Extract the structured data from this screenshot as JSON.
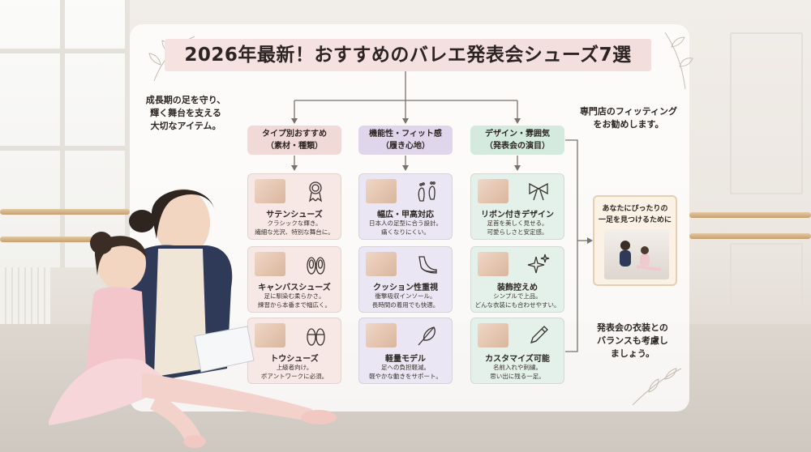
{
  "title": "2026年最新！おすすめのバレエ発表会シューズ7選",
  "left_note": [
    "成長期の足を守り、",
    "輝く舞台を支える",
    "大切なアイテム。"
  ],
  "right_note_top": [
    "専門店のフィッティング",
    "をお勧めします。"
  ],
  "right_note_bottom": [
    "発表会の衣装との",
    "バランスも考慮し",
    "ましょう。"
  ],
  "fit_box": [
    "あなたにぴったりの",
    "一足を見つけるために"
  ],
  "columns": [
    {
      "head": [
        "タイプ別おすすめ",
        "（素材・種類）"
      ],
      "items": [
        {
          "name": "サテンシューズ",
          "desc": [
            "クラシックな輝き。",
            "繊細な光沢、特別な舞台に。"
          ],
          "icon": "medal-icon"
        },
        {
          "name": "キャンバスシューズ",
          "desc": [
            "足に馴染む柔らかさ。",
            "練習から本番まで幅広く。"
          ],
          "icon": "ballet-shoes-icon"
        },
        {
          "name": "トウシューズ",
          "desc": [
            "上級者向け。",
            "ポアントワークに必須。"
          ],
          "icon": "pointe-shoes-icon"
        }
      ]
    },
    {
      "head": [
        "機能性・フィット感",
        "（履き心地）"
      ],
      "items": [
        {
          "name": "幅広・甲高対応",
          "desc": [
            "日本人の足型に合う設計。",
            "痛くなりにくい。"
          ],
          "icon": "footprints-icon"
        },
        {
          "name": "クッション性重視",
          "desc": [
            "衝撃吸収インソール。",
            "長時間の着用でも快適。"
          ],
          "icon": "insole-icon"
        },
        {
          "name": "軽量モデル",
          "desc": [
            "足への負担軽減。",
            "軽やかな動きをサポート。"
          ],
          "icon": "feather-icon"
        }
      ]
    },
    {
      "head": [
        "デザイン・雰囲気",
        "（発表会の演目）"
      ],
      "items": [
        {
          "name": "リボン付きデザイン",
          "desc": [
            "足首を美しく見せる。",
            "可愛らしさと安定感。"
          ],
          "icon": "bow-icon"
        },
        {
          "name": "装飾控えめ",
          "desc": [
            "シンプルで上品。",
            "どんな衣装にも合わせやすい。"
          ],
          "icon": "sparkle-icon"
        },
        {
          "name": "カスタマイズ可能",
          "desc": [
            "名前入れや刺繍。",
            "思い出に残る一足。"
          ],
          "icon": "pencil-icon"
        }
      ]
    }
  ]
}
